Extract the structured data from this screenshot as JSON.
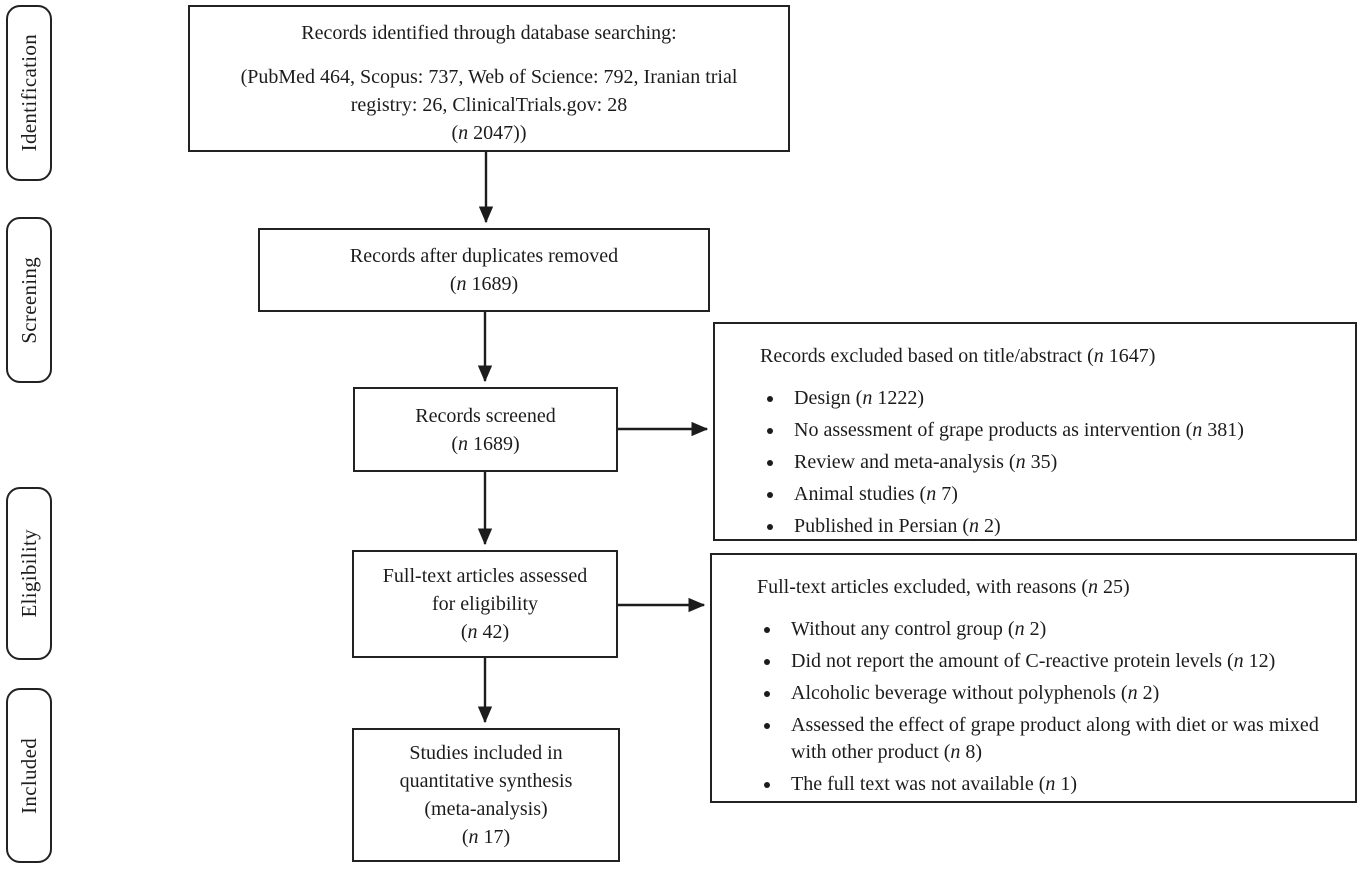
{
  "figure": {
    "kind": "study-selection-flow-diagram",
    "background_color": "#ffffff",
    "line_color": "#1c1c1c"
  },
  "stages": [
    {
      "label": "Identification"
    },
    {
      "label": "Screening"
    },
    {
      "label": "Eligibility"
    },
    {
      "label": "Included"
    }
  ],
  "flow_boxes": [
    {
      "name": "records-identified",
      "title": "Records identified through database searching:",
      "lines": [
        "(PubMed 464, Scopus: 737, Web of Science: 792, Iranian trial",
        "registry: 26, ClinicalTrials.gov: 28",
        "(n 2047))"
      ]
    },
    {
      "name": "duplicates-removed",
      "lines": [
        "Records after duplicates removed",
        "(n 1689)"
      ]
    },
    {
      "name": "records-screened",
      "lines": [
        "Records screened",
        "(n 1689)"
      ]
    },
    {
      "name": "fulltext-assessed",
      "lines": [
        "Full-text articles assessed",
        "for eligibility",
        "(n 42)"
      ]
    },
    {
      "name": "studies-included",
      "lines": [
        "Studies included in",
        "quantitative synthesis",
        "(meta-analysis)",
        "(n 17)"
      ]
    }
  ],
  "exclusion_boxes": [
    {
      "name": "records-excluded-title-abstract",
      "title": "Records excluded based on title/abstract (n 1647)",
      "items": [
        "Design (n 1222)",
        "No assessment of grape products as intervention (n 381)",
        "Review and meta-analysis (n 35)",
        "Animal studies (n 7)",
        "Published in Persian (n 2)"
      ]
    },
    {
      "name": "fulltext-excluded-reasons",
      "title": "Full-text articles excluded, with reasons (n 25)",
      "items": [
        "Without any control group (n 2)",
        "Did not report the amount of C-reactive protein levels (n 12)",
        "Alcoholic beverage without polyphenols (n 2)",
        "Assessed the effect of grape product along with diet or was mixed with other product (n 8)",
        "The full text was not available (n 1)"
      ]
    }
  ]
}
